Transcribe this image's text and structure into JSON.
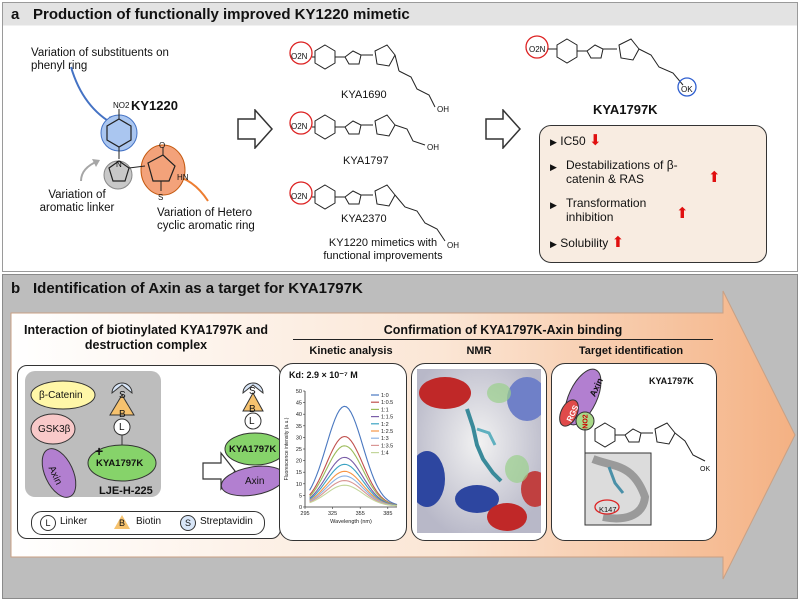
{
  "panel_a": {
    "letter": "a",
    "title": "Production of functionally improved KY1220 mimetic",
    "ky1220": {
      "name": "KY1220",
      "no2": "NO2",
      "callout_phenyl": "Variation of substituents on phenyl ring",
      "callout_linker": "Variation of aromatic linker",
      "callout_hetero": "Variation of Hetero cyclic aromatic ring"
    },
    "mimetics": [
      {
        "name": "KYA1690",
        "no2": "O2N",
        "acid": "OH"
      },
      {
        "name": "KYA1797",
        "no2": "O2N",
        "acid": "OH"
      },
      {
        "name": "KYA2370",
        "no2": "O2N",
        "acid": "OH"
      }
    ],
    "mimetics_caption": "KY1220 mimetics with functional improvements",
    "final": {
      "name": "KYA1797K",
      "no2": "O2N",
      "salt": "OK",
      "properties": [
        {
          "text": "IC50",
          "arrow": "down"
        },
        {
          "text": "Destabilizations of β-catenin & RAS",
          "arrow": "up"
        },
        {
          "text": "Transformation inhibition",
          "arrow": "up"
        },
        {
          "text": "Solubility",
          "arrow": "up"
        }
      ]
    },
    "atoms": {
      "o": "O",
      "s": "S",
      "n": "N",
      "hn": "HN"
    },
    "colors": {
      "blue_circle": "#aac6f0",
      "gray_circle": "#bdbdbd",
      "orange_circle": "#f3a27a",
      "red_arrow": "#e01010"
    }
  },
  "panel_b": {
    "letter": "b",
    "title": "Identification of Axin as a target for KYA1797K",
    "interaction_title": "Interaction of biotinylated KYA1797K and destruction complex",
    "complex": {
      "beta_catenin": "β-Catenin",
      "gsk3b": "GSK3β",
      "axin": "Axin",
      "compound": "KYA1797K",
      "probe": "LJE-H-225",
      "s": "S",
      "b": "B",
      "l": "L",
      "plus": "+"
    },
    "legend": [
      {
        "symbol": "L",
        "label": "Linker"
      },
      {
        "symbol": "B",
        "label": "Biotin"
      },
      {
        "symbol": "S",
        "label": "Streptavidin"
      }
    ],
    "confirmation_title": "Confirmation of KYA1797K-Axin binding",
    "kinetic": {
      "title": "Kinetic analysis",
      "kd": "Kd: 2.9 × 10⁻⁷ M",
      "ylabel": "Fluorescence intensity (a.u.)",
      "xlabel": "Wavelength (nm)"
    },
    "nmr_title": "NMR",
    "target": {
      "title": "Target identification",
      "compound": "KYA1797K",
      "axin": "Axin",
      "rgs": "RGS",
      "no2": "NO2",
      "residue": "K147",
      "salt": "OK"
    }
  },
  "chart_data": {
    "type": "line",
    "title": "Kd: 2.9 × 10⁻⁷ M",
    "xlabel": "Wavelength (nm)",
    "ylabel": "Fluorescence intensity (a.u.)",
    "xticks": [
      295,
      325,
      355,
      385
    ],
    "yticks": [
      0,
      5,
      10,
      15,
      20,
      25,
      30,
      35,
      40,
      45,
      50
    ],
    "xlim": [
      295,
      395
    ],
    "ylim": [
      0,
      50
    ],
    "grid": false,
    "legend_position": "top-right",
    "series": [
      {
        "name": "1:0",
        "color": "#4a78c0",
        "peak": 43
      },
      {
        "name": "1:0.5",
        "color": "#c0504d",
        "peak": 30
      },
      {
        "name": "1:1",
        "color": "#9bbb59",
        "peak": 26
      },
      {
        "name": "1:1.5",
        "color": "#7a5ea8",
        "peak": 21
      },
      {
        "name": "1:2",
        "color": "#3ba3c3",
        "peak": 18
      },
      {
        "name": "1:2.5",
        "color": "#f79646",
        "peak": 15
      },
      {
        "name": "1:3",
        "color": "#8db3e2",
        "peak": 13
      },
      {
        "name": "1:3.5",
        "color": "#d99694",
        "peak": 11
      },
      {
        "name": "1:4",
        "color": "#c3d69b",
        "peak": 9
      }
    ]
  }
}
